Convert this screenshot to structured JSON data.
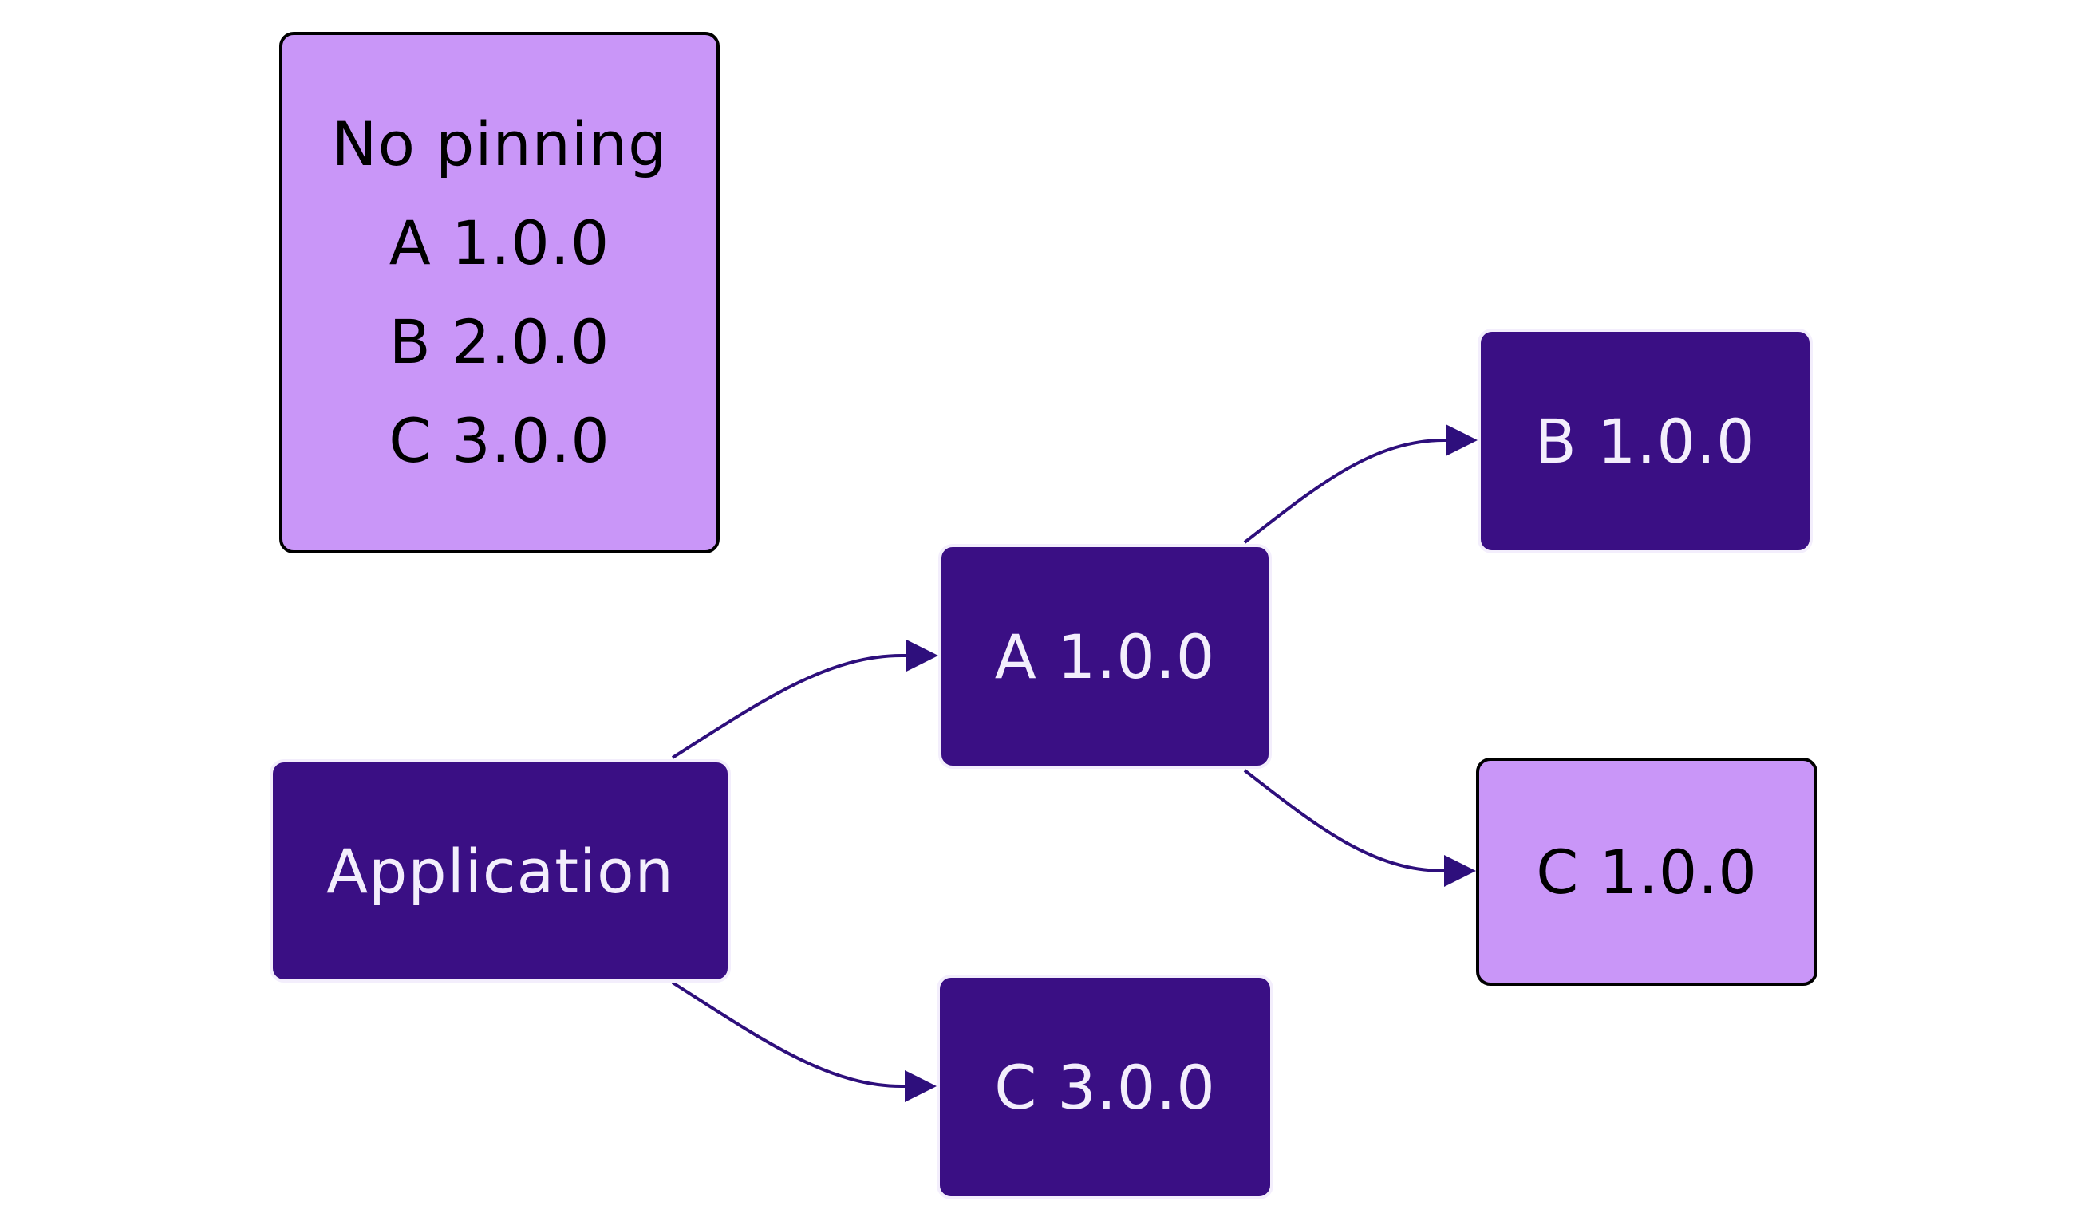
{
  "colors": {
    "dark_node_fill": "#3a0f84",
    "dark_node_text": "#f3eefc",
    "light_node_fill": "#c996f8",
    "light_node_text": "#000000",
    "edge": "#2e0f7c"
  },
  "legend": {
    "title": "No pinning",
    "lines": [
      "A 1.0.0",
      "B 2.0.0",
      "C 3.0.0"
    ]
  },
  "nodes": {
    "application": {
      "label": "Application"
    },
    "a100": {
      "label": "A 1.0.0"
    },
    "b100": {
      "label": "B 1.0.0"
    },
    "c100": {
      "label": "C 1.0.0"
    },
    "c300": {
      "label": "C 3.0.0"
    }
  },
  "edges": [
    {
      "from": "application",
      "to": "a100"
    },
    {
      "from": "application",
      "to": "c300"
    },
    {
      "from": "a100",
      "to": "b100"
    },
    {
      "from": "a100",
      "to": "c100"
    }
  ]
}
